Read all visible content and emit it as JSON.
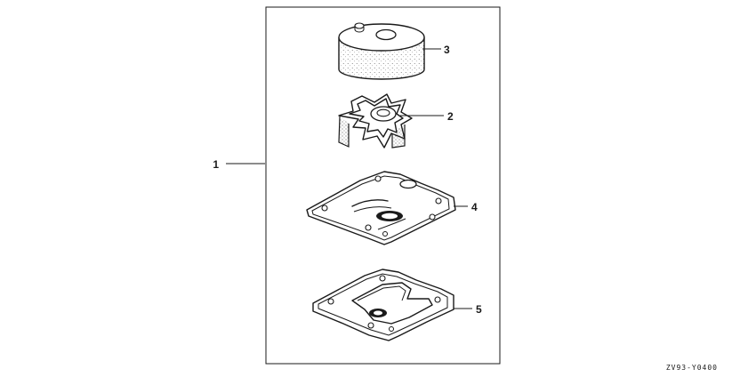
{
  "callouts": {
    "kit": "1",
    "impeller": "2",
    "housing": "3",
    "gasket_upper": "4",
    "gasket_lower": "5"
  },
  "diagram_code": "ZV93-Y0400",
  "colors": {
    "ink": "#1a1a1a",
    "background": "#ffffff"
  }
}
